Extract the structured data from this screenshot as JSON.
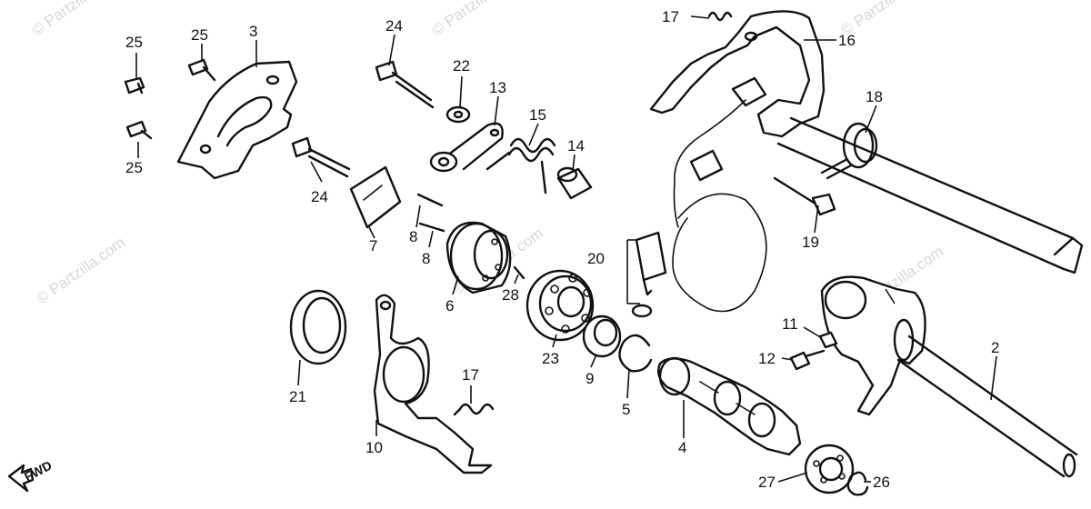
{
  "watermark": "© Partzilla.com",
  "fwd_label": "FWD",
  "callouts": {
    "c1": "25",
    "c2": "25",
    "c3": "25",
    "c4": "3",
    "c5": "24",
    "c6": "24",
    "c7": "22",
    "c8": "13",
    "c9": "15",
    "c10": "14",
    "c11": "7",
    "c12": "8",
    "c13": "8",
    "c14": "6",
    "c15": "28",
    "c16": "17",
    "c17": "16",
    "c18": "18",
    "c19": "19",
    "c20": "20",
    "c21": "23",
    "c22": "9",
    "c23": "5",
    "c24": "11",
    "c25": "12",
    "c26": "2",
    "c27": "4",
    "c28": "27",
    "c29": "26",
    "c30": "21",
    "c31": "10",
    "c32": "17"
  }
}
